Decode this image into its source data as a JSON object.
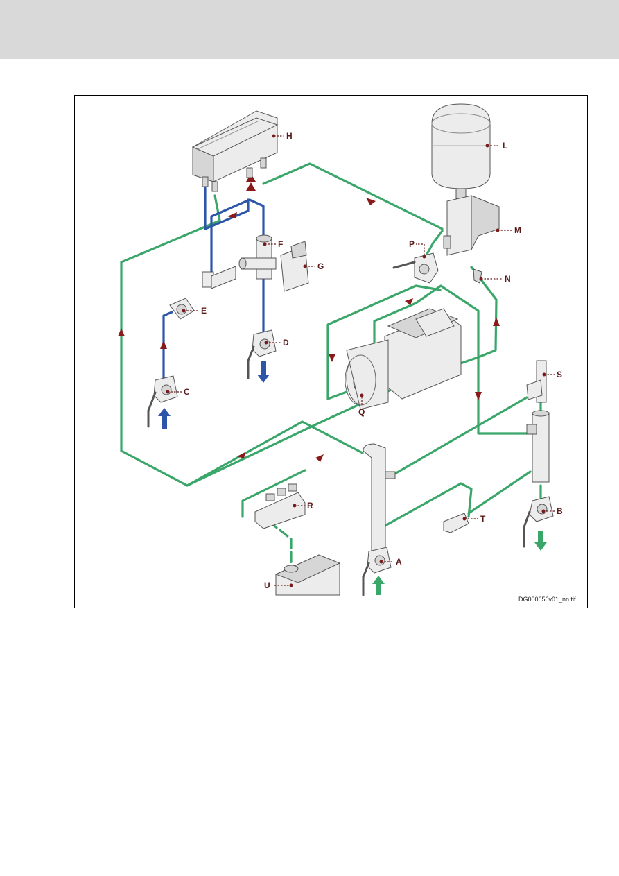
{
  "colors": {
    "header_bar": "#d9d9d9",
    "green_line": "#3aa66a",
    "blue_line": "#2d56a8",
    "label": "#5a1a1a"
  },
  "labels": {
    "A": "A",
    "B": "B",
    "C": "C",
    "D": "D",
    "E": "E",
    "F": "F",
    "G": "G",
    "H": "H",
    "L": "L",
    "M": "M",
    "N": "N",
    "P": "P",
    "Q": "Q",
    "R": "R",
    "S": "S",
    "T": "T",
    "U": "U"
  },
  "figure_id": "DG000656v01_nn.tif"
}
